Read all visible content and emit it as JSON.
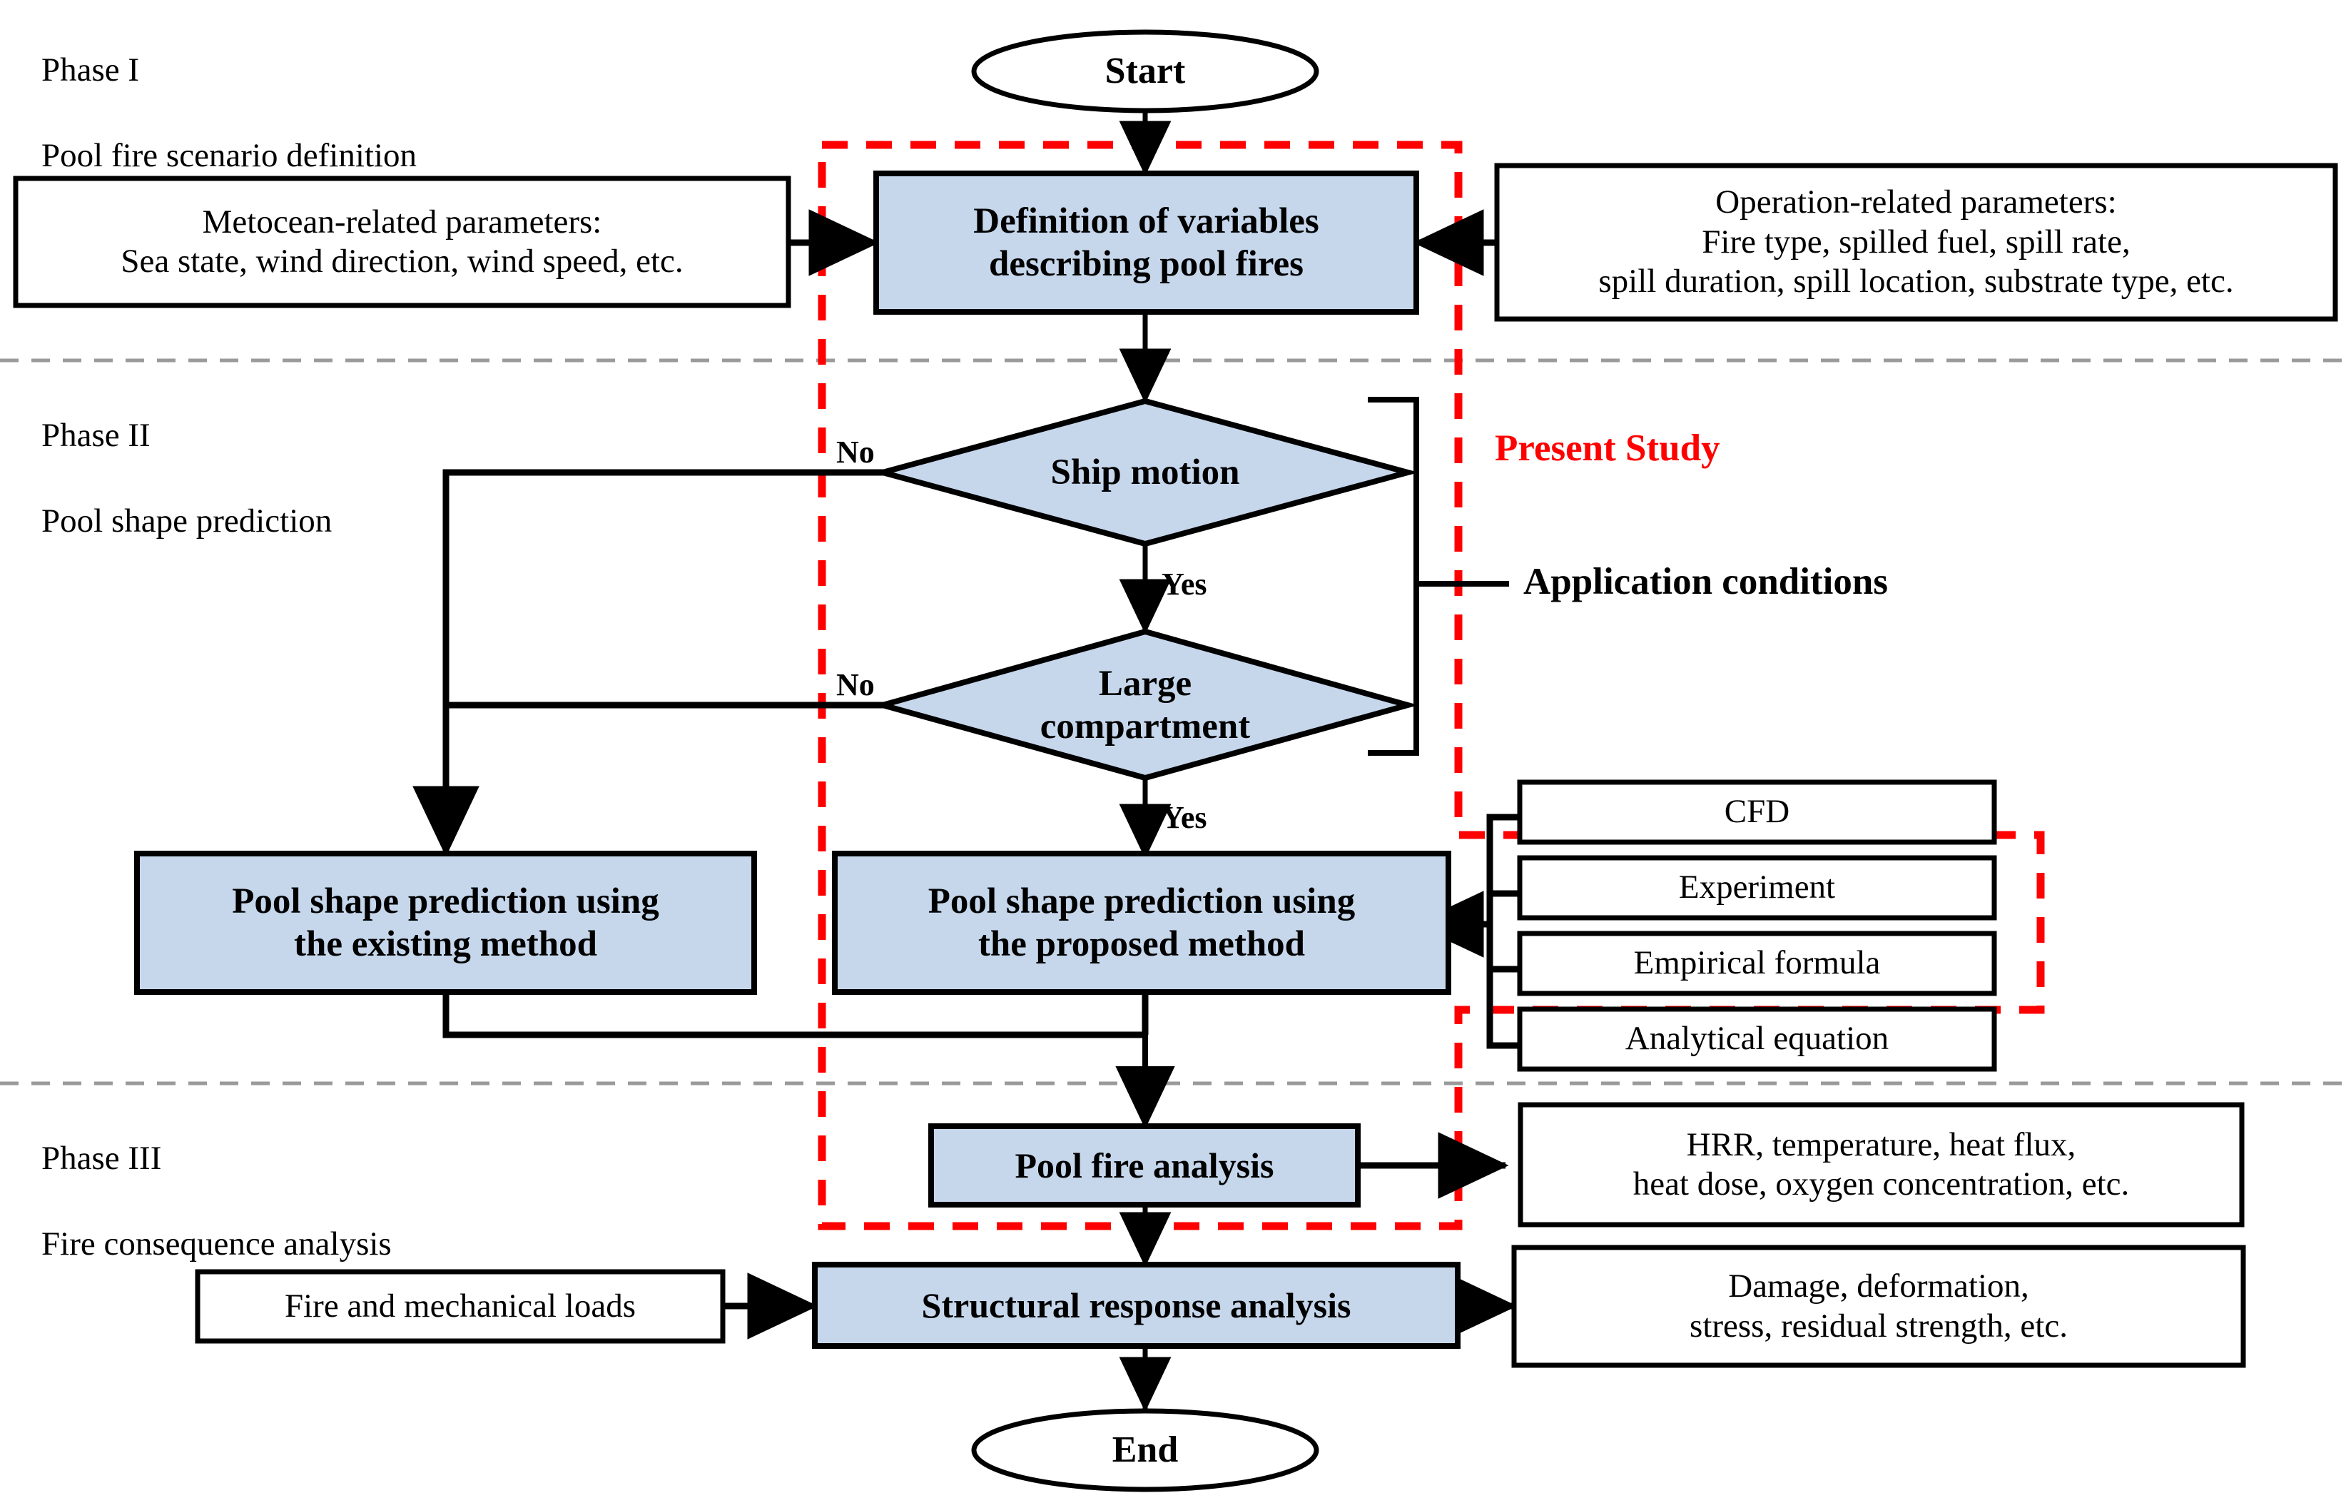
{
  "diagram": {
    "title_type": "flowchart",
    "colors": {
      "node_fill_blue": "#c6d7ec",
      "node_fill_white": "#ffffff",
      "stroke": "#000000",
      "present_study_red": "#ff0000",
      "phase_divider_gray": "#9a9a9a"
    },
    "phases": [
      {
        "id": "phase1",
        "number": "Phase I",
        "name": "Pool fire scenario definition"
      },
      {
        "id": "phase2",
        "number": "Phase II",
        "name": "Pool shape prediction"
      },
      {
        "id": "phase3",
        "number": "Phase III",
        "name": "Fire consequence analysis"
      }
    ],
    "terminators": [
      {
        "id": "start",
        "label": "Start"
      },
      {
        "id": "end",
        "label": "End"
      }
    ],
    "process_nodes": [
      {
        "id": "define-variables",
        "label": "Definition of variables\ndescribing pool fires",
        "fill": "blue"
      },
      {
        "id": "pool-shape-existing",
        "label": "Pool shape prediction using\nthe existing method",
        "fill": "blue"
      },
      {
        "id": "pool-shape-proposed",
        "label": "Pool shape prediction using\nthe proposed method",
        "fill": "blue"
      },
      {
        "id": "pool-fire-analysis",
        "label": "Pool fire analysis",
        "fill": "blue"
      },
      {
        "id": "structural-response",
        "label": "Structural response analysis",
        "fill": "blue"
      }
    ],
    "decision_nodes": [
      {
        "id": "ship-motion",
        "label": "Ship motion",
        "yes": "Yes",
        "no": "No"
      },
      {
        "id": "large-compartment",
        "label": "Large\ncompartment",
        "yes": "Yes",
        "no": "No"
      }
    ],
    "io_nodes": [
      {
        "id": "metocean-parameters",
        "label": "Metocean-related  parameters:\nSea state, wind direction, wind speed, etc."
      },
      {
        "id": "operation-parameters",
        "label": "Operation-related parameters:\nFire type, spilled fuel, spill rate,\nspill duration, spill location, substrate type, etc."
      },
      {
        "id": "fire-mechanical-loads",
        "label": "Fire and mechanical  loads"
      },
      {
        "id": "fire-outputs",
        "label": "HRR, temperature, heat flux,\nheat dose, oxygen concentration, etc."
      },
      {
        "id": "structural-outputs",
        "label": "Damage, deformation,\nstress, residual strength, etc."
      }
    ],
    "method_nodes": [
      {
        "id": "cfd",
        "label": "CFD"
      },
      {
        "id": "experiment",
        "label": "Experiment"
      },
      {
        "id": "empirical-formula",
        "label": "Empirical formula"
      },
      {
        "id": "analytical-equation",
        "label": "Analytical  equation"
      }
    ],
    "annotations": [
      {
        "id": "present-study",
        "label": "Present Study",
        "color": "#ff0000"
      },
      {
        "id": "application-conditions",
        "label": "Application conditions",
        "color": "#000000"
      }
    ]
  }
}
